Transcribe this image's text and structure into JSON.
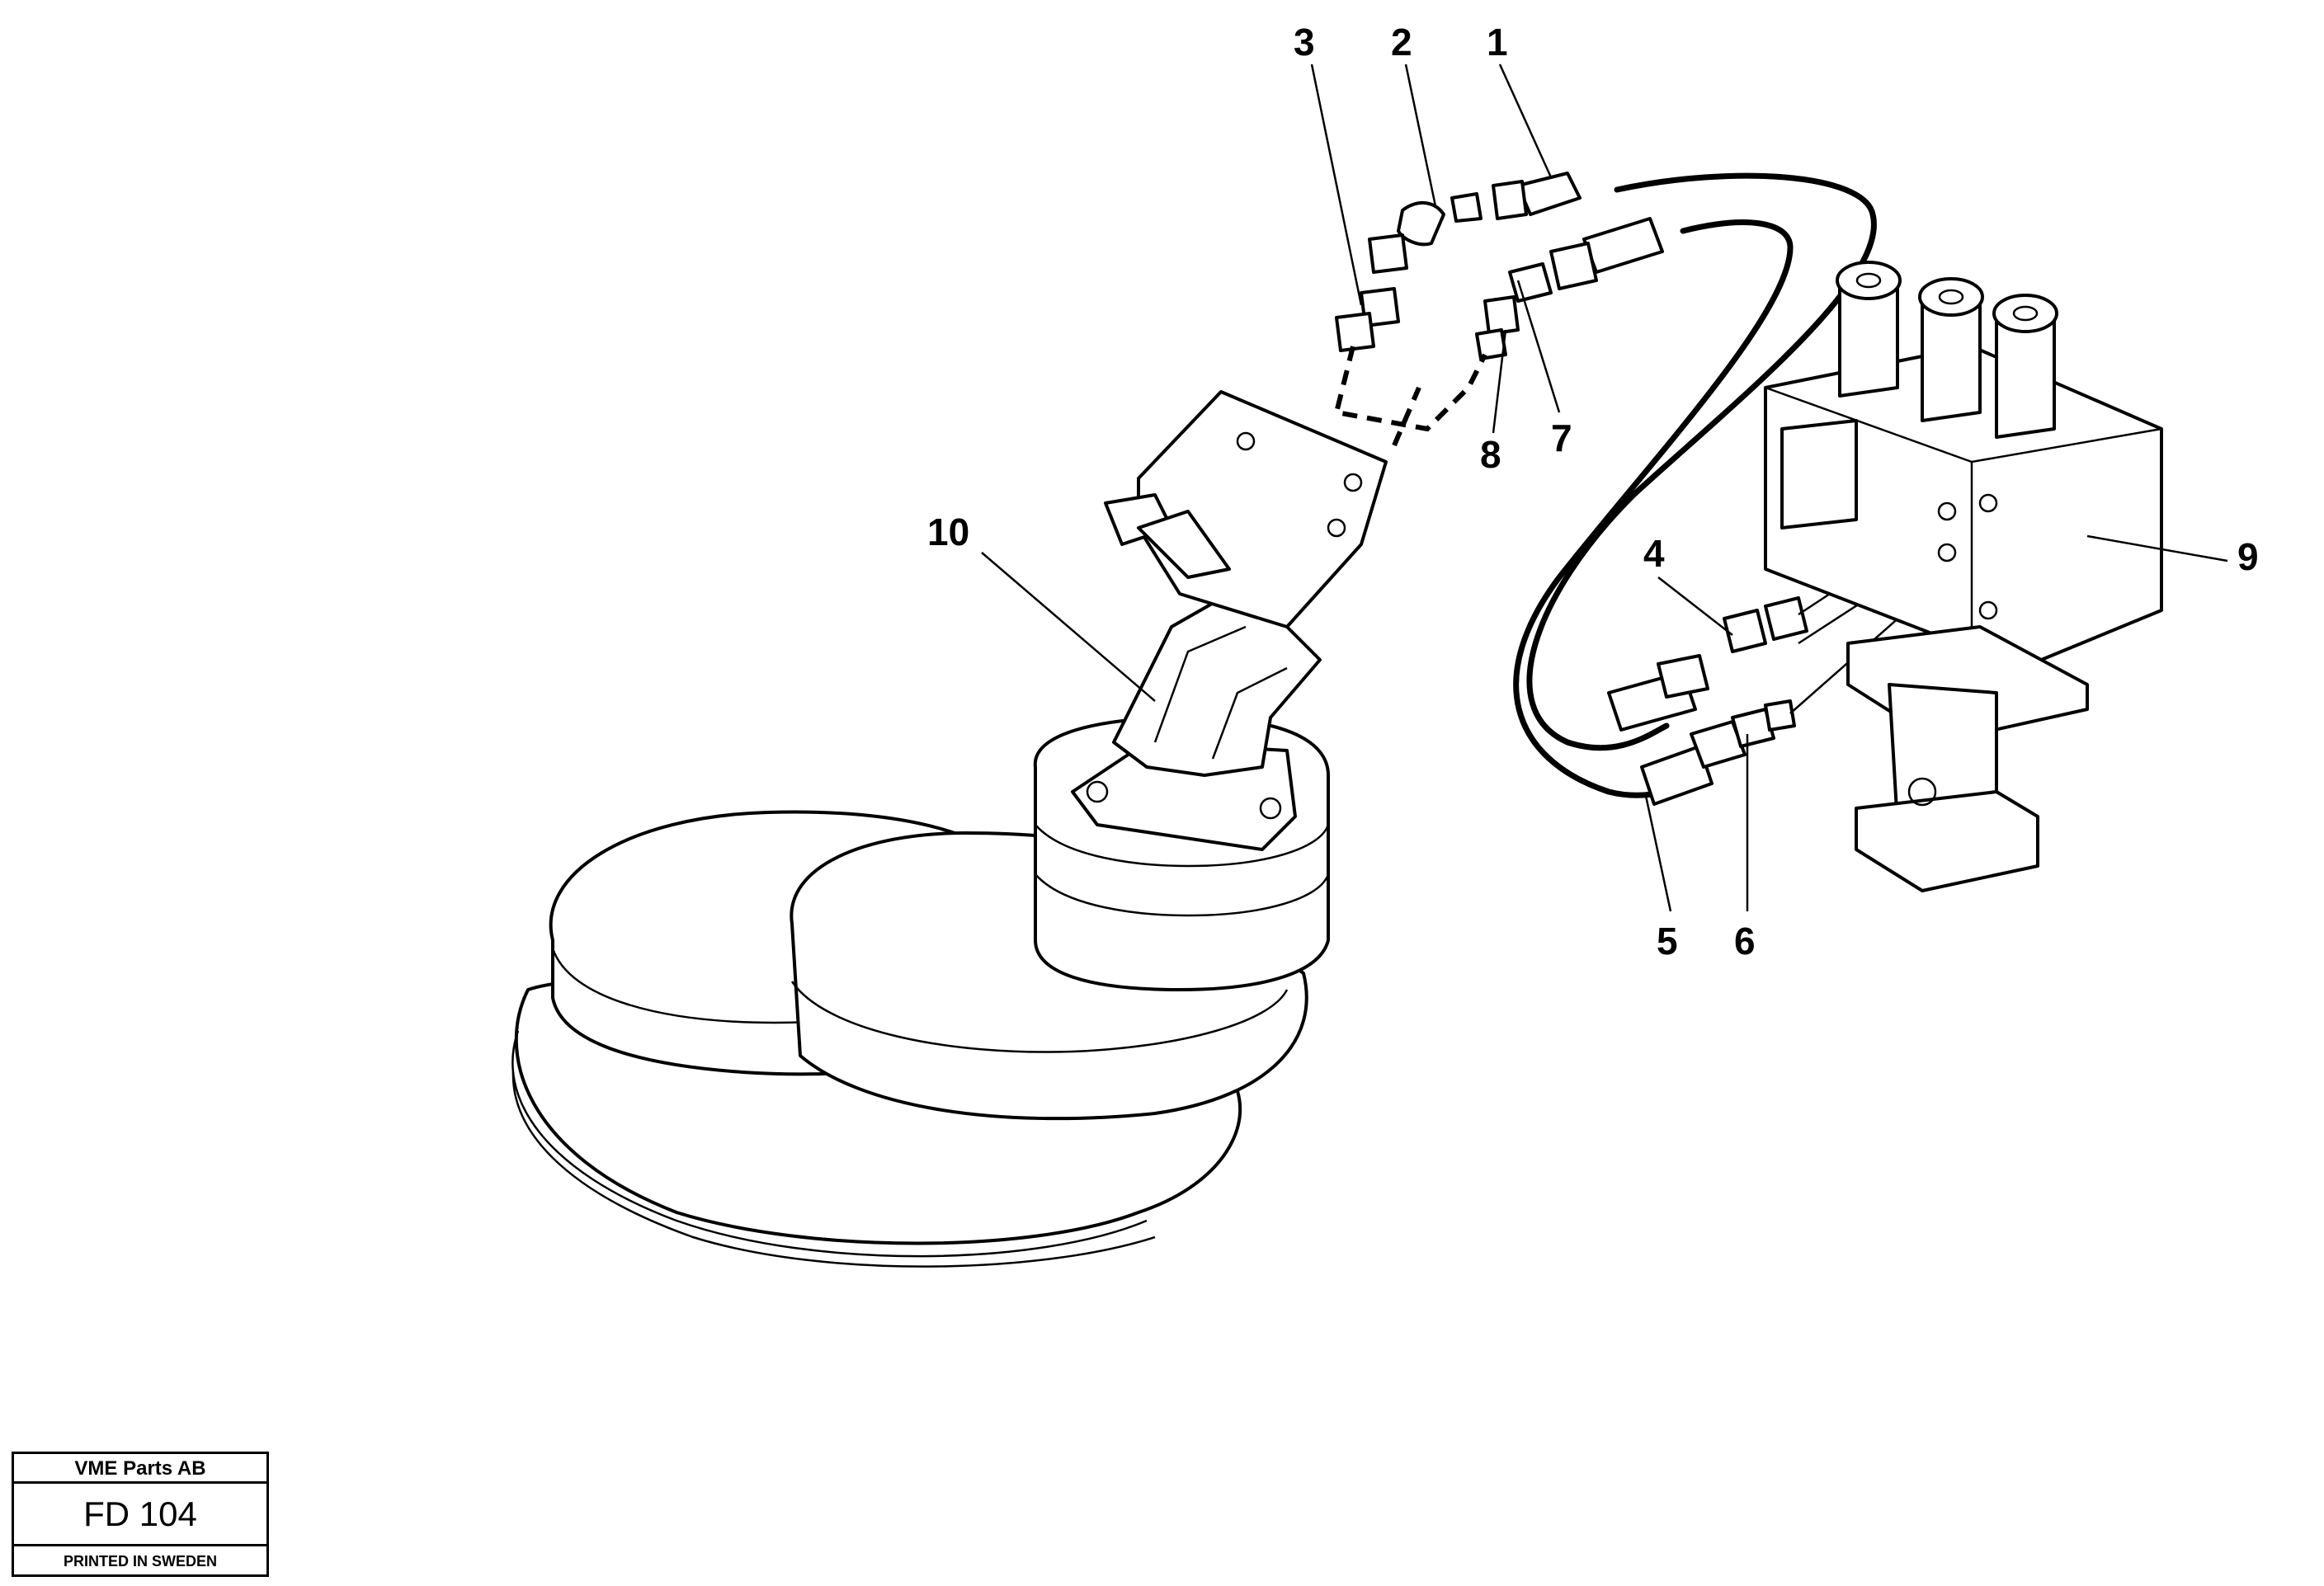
{
  "callouts": [
    {
      "id": "1",
      "label": "1"
    },
    {
      "id": "2",
      "label": "2"
    },
    {
      "id": "3",
      "label": "3"
    },
    {
      "id": "4",
      "label": "4"
    },
    {
      "id": "5",
      "label": "5"
    },
    {
      "id": "6",
      "label": "6"
    },
    {
      "id": "7",
      "label": "7"
    },
    {
      "id": "8",
      "label": "8"
    },
    {
      "id": "9",
      "label": "9"
    },
    {
      "id": "10",
      "label": "10"
    }
  ],
  "title_block": {
    "company": "VME Parts AB",
    "drawing_number": "FD 104",
    "printed": "PRINTED IN SWEDEN"
  }
}
